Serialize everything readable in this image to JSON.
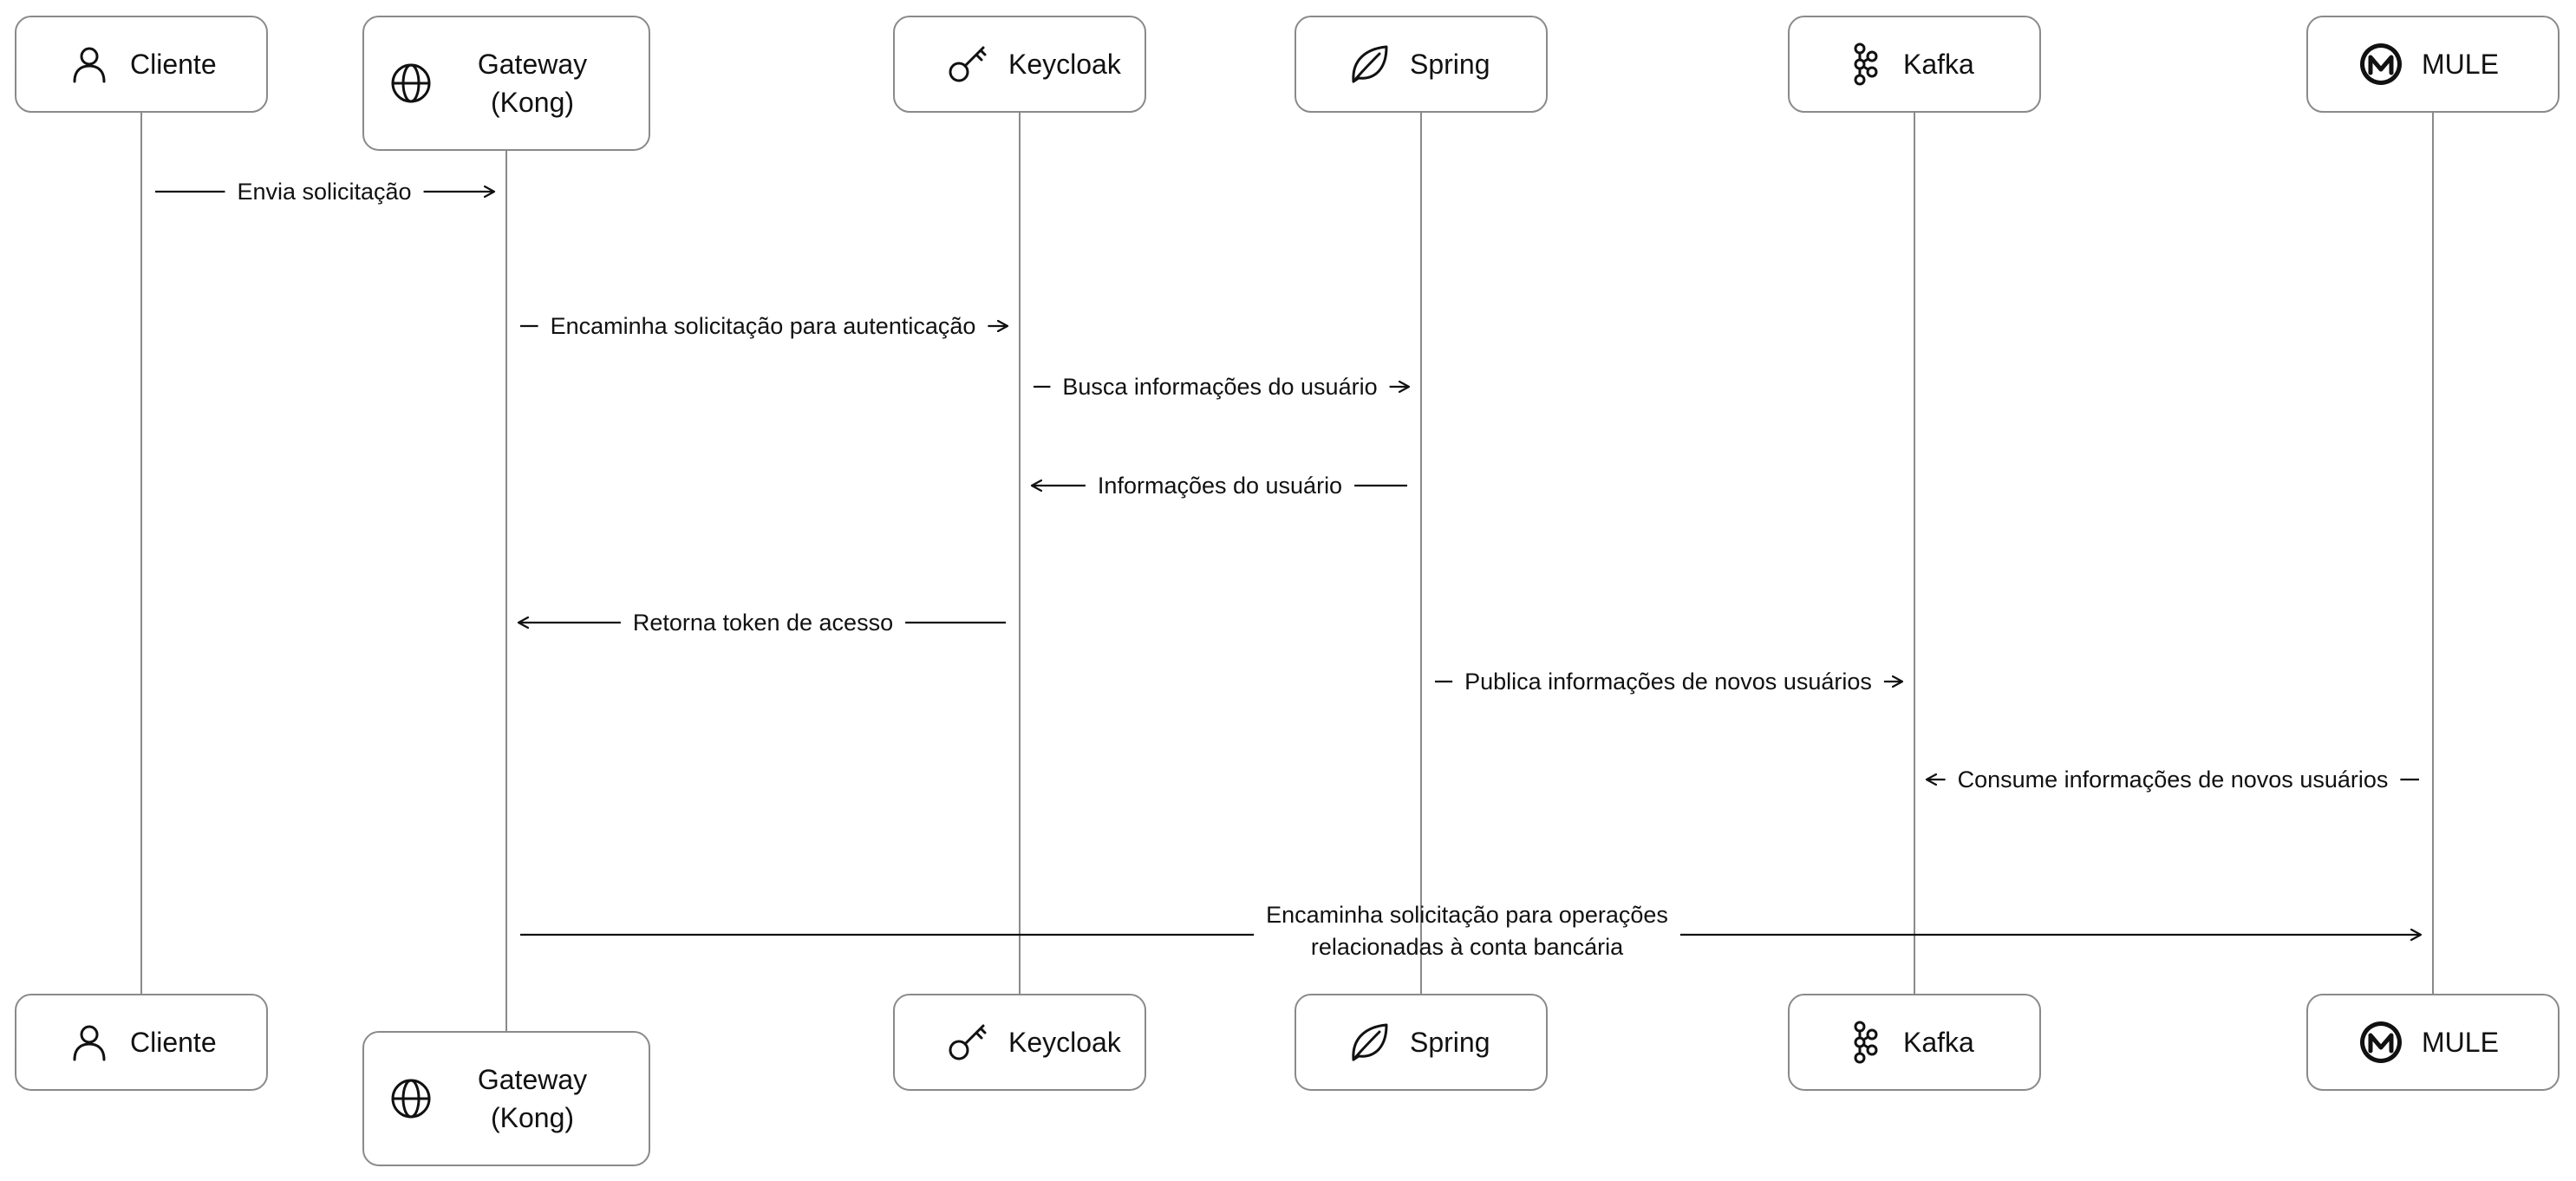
{
  "participants": [
    {
      "id": "cliente",
      "icon": "user-icon",
      "label_lines": [
        "Cliente"
      ]
    },
    {
      "id": "gateway",
      "icon": "globe-icon",
      "label_lines": [
        "Gateway",
        "(Kong)"
      ]
    },
    {
      "id": "keycloak",
      "icon": "key-icon",
      "label_lines": [
        "Keycloak"
      ]
    },
    {
      "id": "spring",
      "icon": "leaf-icon",
      "label_lines": [
        "Spring"
      ]
    },
    {
      "id": "kafka",
      "icon": "kafka-icon",
      "label_lines": [
        "Kafka"
      ]
    },
    {
      "id": "mule",
      "icon": "mulesoft-icon",
      "label_lines": [
        "MULE"
      ]
    }
  ],
  "messages": [
    {
      "from": "cliente",
      "to": "gateway",
      "label_lines": [
        "Envia solicitação"
      ]
    },
    {
      "from": "gateway",
      "to": "keycloak",
      "label_lines": [
        "Encaminha solicitação para autenticação"
      ]
    },
    {
      "from": "keycloak",
      "to": "spring",
      "label_lines": [
        "Busca informações do usuário"
      ]
    },
    {
      "from": "spring",
      "to": "keycloak",
      "label_lines": [
        "Informações do usuário"
      ]
    },
    {
      "from": "keycloak",
      "to": "gateway",
      "label_lines": [
        "Retorna token de acesso"
      ]
    },
    {
      "from": "spring",
      "to": "kafka",
      "label_lines": [
        "Publica informações de novos usuários"
      ]
    },
    {
      "from": "mule",
      "to": "kafka",
      "label_lines": [
        "Consume informações de novos usuários"
      ]
    },
    {
      "from": "gateway",
      "to": "mule",
      "label_lines": [
        "Encaminha solicitação para operações",
        "relacionadas à conta bancária"
      ]
    }
  ],
  "colors": {
    "box_stroke": "#8a8a8a",
    "lifeline": "#8a8a8a",
    "arrow": "#111111",
    "text": "#111111",
    "background": "#ffffff"
  }
}
